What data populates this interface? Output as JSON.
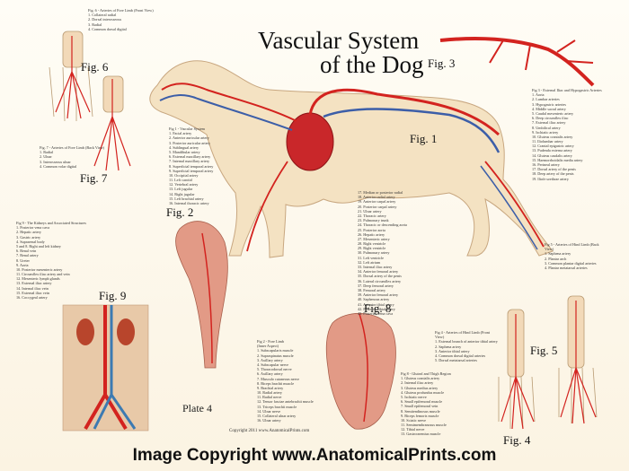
{
  "title": {
    "line1": "Vascular System",
    "line2": "of the Dog"
  },
  "figures": {
    "fig1": "Fig. 1",
    "fig2": "Fig. 2",
    "fig3": "Fig. 3",
    "fig4": "Fig. 4",
    "fig5": "Fig. 5",
    "fig6": "Fig. 6",
    "fig7": "Fig. 7",
    "fig8": "Fig. 8",
    "fig9": "Fig. 9",
    "plate": "Plate 4"
  },
  "legends": {
    "fig6": [
      "Fig. 6 - Arteries of Fore Limb (Front View)",
      "1. Collateral radial",
      "2. Dorsal interosseous",
      "3. Radial",
      "4. Common dorsal digital"
    ],
    "fig7": [
      "Fig. 7 - Arteries of Fore Limb (Back View)",
      "1. Radial",
      "2. Ulnar",
      "3. Interosseous ulnar",
      "4. Common volar digital"
    ],
    "fig1a": [
      "Fig 1 - Vascular System",
      "1. Facial artery",
      "2. Anterior auricular artery",
      "3. Posterior auricular artery",
      "4. Sublingual artery",
      "5. Mandibular artery",
      "6. External maxillary artery",
      "7. Internal maxillary artery",
      "8. Superficial temporal artery",
      "9. Superficial temporal artery",
      "10. Occipital artery",
      "11. Left carotid",
      "12. Vertebral artery",
      "13. Left jugular",
      "14. Right jugular",
      "15. Left brachial artery",
      "16. Internal thoracic artery"
    ],
    "fig1b": [
      "17. Median or posterior radial",
      "18. Anterior radial artery",
      "19. Anterior carpal artery",
      "20. Posterior carpal artery",
      "21. Ulnar artery",
      "22. Thoracic artery",
      "23. Pulmonary trunk",
      "24. Thoracic or descending aorta",
      "25. Posterior aorta",
      "26. Hepatic artery",
      "27. Mesenteric artery",
      "28. Right ventricle",
      "29. Right ventricle",
      "30. Pulmonary artery",
      "31. Left ventricle",
      "32. Left atrium",
      "33. Internal iliac artery",
      "34. Anterior femoral artery",
      "35. Dorsal artery of the penis",
      "36. Lateral circumflex artery",
      "37. Deep femoral artery",
      "38. Femoral artery",
      "39. Anterior femoral artery",
      "40. Saphenous artery",
      "41. Anterior tibial artery",
      "42. Posterior tibial artery",
      "43. Posterior vena cava"
    ],
    "fig3": [
      "Fig 3 - External Iliac and Hypogastric Arteries",
      "1. Aorta",
      "2. Lumbar arteries",
      "3. Hypogastric arteries",
      "4. Middle sacral artery",
      "5. Caudal mesenteric artery",
      "6. Deep circumflex iliac",
      "7. External iliac artery",
      "8. Umbilical artery",
      "9. Ischiatic artery",
      "10. Gluteus cranialis artery",
      "11. Iliolumbar artery",
      "12. Cranial epigastric artery",
      "13. Pudenda externa artery",
      "14. Gluteus caudalis artery",
      "15. Haemorrhoidalis media artery",
      "16. Perineal artery",
      "17. Dorsal artery of the penis",
      "18. Deep artery of the penis",
      "19. Iliofe urethrae artery"
    ],
    "fig9": [
      "Fig 9 - The Kidneys and Associated Structures",
      "1. Posterior vena cava",
      "2. Hepatic artery",
      "3. Gastric artery",
      "4. Suprarenal body",
      "5 and 8. Right and left kidney",
      "6. Renal vein",
      "7. Renal artery",
      "8. Ureter",
      "9. Aorta",
      "10. Posterior mesenteric artery",
      "11. Circumflex iliac artery and vein",
      "12. Mesenteric lymph glands",
      "13. External iliac artery",
      "14. Internal iliac vein",
      "15. External iliac vein",
      "16. Coccygeal artery"
    ],
    "fig2": [
      "Fig 2 - Fore Limb",
      "(Inner Aspect)",
      "1. Subscapularis muscle",
      "2. Supraspinatus muscle",
      "3. Axillary artery",
      "4. Subscapular nerve",
      "5. Thoracodorsal nerve",
      "6. Axillary artery",
      "7. Musculo cutaneous nerve",
      "8. Biceps brachii muscle",
      "9. Brachial artery",
      "10. Radial artery",
      "11. Radial nerve",
      "12. Tensor fasciae antebrachii muscle",
      "13. Triceps brachii muscle",
      "14. Ulnar nerve",
      "15. Collateral ulnar artery",
      "16. Ulnar artery"
    ],
    "fig4": [
      "Fig 4 - Arteries of Hind Limb (Front",
      "View)",
      "1. External branch of anterior tibial artery",
      "2. Saphena artery",
      "3. Anterior tibial artery",
      "4. Common dorsal digital arteries",
      "5. Dorsal metatarsal arteries"
    ],
    "fig5": [
      "Fig 5 - Arteries of Hind Limb (Back",
      "View)",
      "1. Saphena artery",
      "2. Plantar arch",
      "3. Common plantar digital arteries",
      "4. Plantar metatarsal arteries"
    ],
    "fig8": [
      "Fig 8 - Gluteal and Thigh Region",
      "1. Gluteus cranialis artery",
      "2. Internal iliac artery",
      "3. Gluteus medius artery",
      "4. Gluteus profundus muscle",
      "5. Ischiatic nerve",
      "6. Small epifemoral muscle",
      "7. Small epifemoral vein",
      "8. Semitendinosus muscle",
      "9. Biceps femoris muscle",
      "10. Sciatic nerve",
      "11. Semimembranosus muscle",
      "12. Tibial nerve",
      "13. Gastrocnemius muscle"
    ]
  },
  "copyright_small": "Copyright 2011 www.AnatomicalPrints.com",
  "copyright_banner": "Image Copyright www.AnatomicalPrints.com",
  "colors": {
    "artery": "#d3231f",
    "vein": "#3c5ea8",
    "dog": "#f4e2c2",
    "muscle": "#e29a86"
  }
}
